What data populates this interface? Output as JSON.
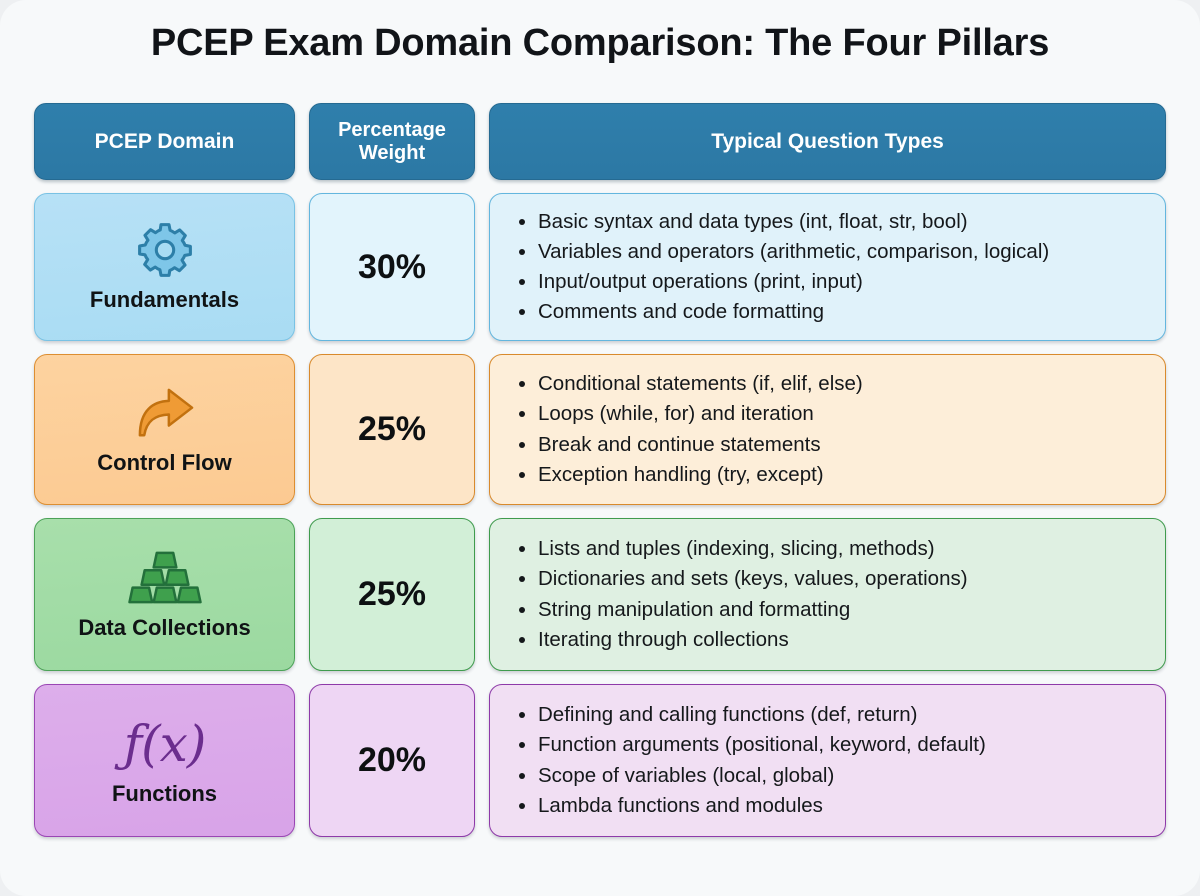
{
  "title": "PCEP Exam Domain Comparison: The Four Pillars",
  "headers": {
    "domain": "PCEP Domain",
    "weight": "Percentage\nWeight",
    "types": "Typical Question Types"
  },
  "colors": {
    "header_bg": "#2c78a4",
    "fundamentals": "#a9dcf3",
    "control_flow": "#fcca92",
    "data_collections": "#9bd9a0",
    "functions": "#d8a3e8"
  },
  "rows": [
    {
      "id": "fundamentals",
      "icon": "gear-icon",
      "domain": "Fundamentals",
      "weight": "30%",
      "bullets": [
        "Basic syntax and data types (int, float, str, bool)",
        "Variables and operators (arithmetic, comparison, logical)",
        "Input/output operations (print, input)",
        "Comments and code formatting"
      ]
    },
    {
      "id": "control-flow",
      "icon": "curved-arrow-icon",
      "domain": "Control Flow",
      "weight": "25%",
      "bullets": [
        "Conditional statements (if, elif, else)",
        "Loops (while, for) and iteration",
        "Break and continue statements",
        "Exception handling (try, except)"
      ]
    },
    {
      "id": "data-collections",
      "icon": "stacked-bars-icon",
      "domain": "Data Collections",
      "weight": "25%",
      "bullets": [
        "Lists and tuples (indexing, slicing, methods)",
        "Dictionaries and sets (keys, values, operations)",
        "String manipulation and formatting",
        "Iterating through collections"
      ]
    },
    {
      "id": "functions",
      "icon": "fx-icon",
      "domain": "Functions",
      "weight": "20%",
      "icon_text": "ƒ(x)",
      "bullets": [
        "Defining and calling functions (def, return)",
        "Function arguments (positional, keyword, default)",
        "Scope of variables (local, global)",
        "Lambda functions and modules"
      ]
    }
  ]
}
